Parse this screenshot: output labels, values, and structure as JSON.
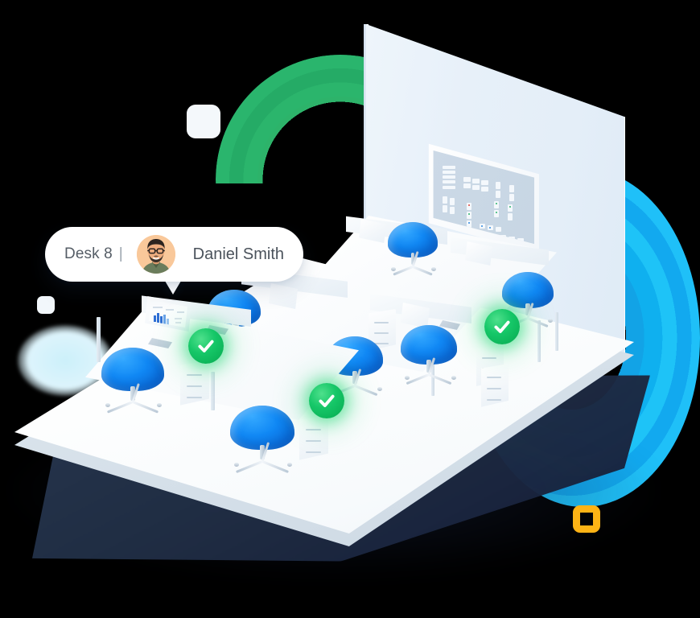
{
  "scene": {
    "title": "Isometric office desk-booking illustration",
    "theme": {
      "accent_green": "#16c768",
      "accent_cyan": "#0ef0ff",
      "accent_blue": "#1189f5",
      "accent_orange": "#fdb315",
      "floor": "#ffffff",
      "shadow_navy": "#223047",
      "wall": "#e7f0f9"
    }
  },
  "tooltip": {
    "desk_label": "Desk 8",
    "separator": "|",
    "user_name": "Daniel Smith",
    "avatar_alt": "daniel-smith-avatar"
  },
  "badges": [
    {
      "id": "badge-desk-a",
      "status": "available",
      "icon": "check-icon"
    },
    {
      "id": "badge-desk-b",
      "status": "available",
      "icon": "check-icon"
    },
    {
      "id": "badge-desk-c",
      "status": "available",
      "icon": "check-icon"
    }
  ],
  "wall_board": {
    "name": "floor-plan-board",
    "legend_colors": [
      "#e0433a",
      "#2bb56c",
      "#2f8ae0"
    ]
  },
  "decor": {
    "green_arc": "green-arc",
    "cyan_arc": "cyan-arc",
    "orange_ring": "orange-ring",
    "soft_square": "soft-square",
    "cyan_blob": "cyan-blob"
  },
  "furniture": {
    "chairs_count": 8,
    "desks_count": 8,
    "drawers_count": 5,
    "monitors_count": 6
  }
}
